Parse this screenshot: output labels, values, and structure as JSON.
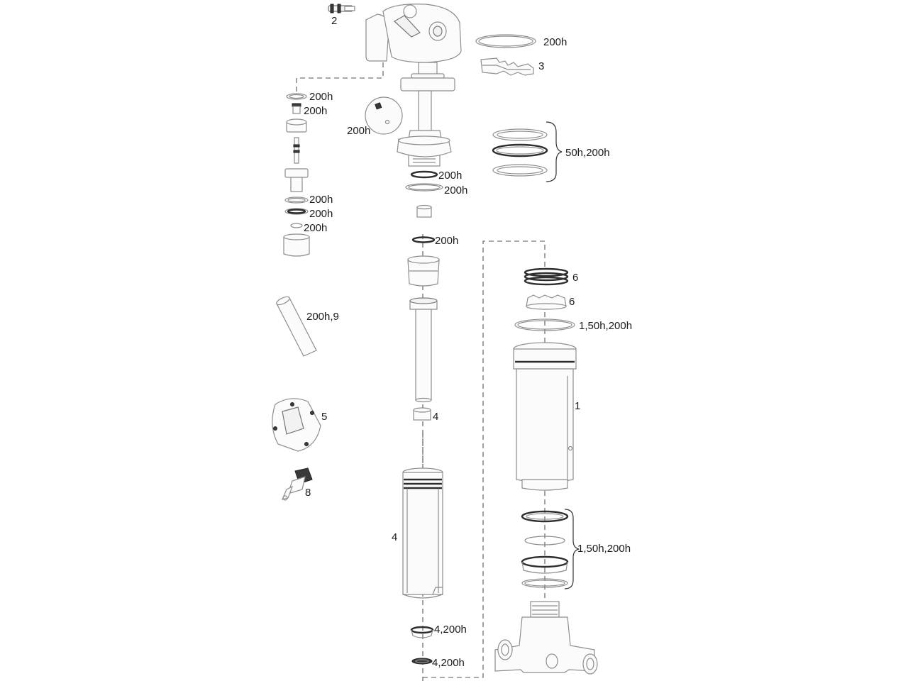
{
  "labels": [
    {
      "id": "valve-adapter",
      "text": "2"
    },
    {
      "id": "top-seal",
      "text": "200h"
    },
    {
      "id": "clip",
      "text": "3"
    },
    {
      "id": "side-oring-a",
      "text": "200h"
    },
    {
      "id": "side-oring-b",
      "text": "200h"
    },
    {
      "id": "disc",
      "text": "200h"
    },
    {
      "id": "piston-rings",
      "text": "50h,200h"
    },
    {
      "id": "shaft-oring-a",
      "text": "200h"
    },
    {
      "id": "shaft-oring-b",
      "text": "200h"
    },
    {
      "id": "side-oring-c",
      "text": "200h"
    },
    {
      "id": "side-oring-d",
      "text": "200h"
    },
    {
      "id": "side-oring-e",
      "text": "200h"
    },
    {
      "id": "shaft-oring-c",
      "text": "200h"
    },
    {
      "id": "spring-1",
      "text": "6"
    },
    {
      "id": "spring-2",
      "text": "6"
    },
    {
      "id": "can-oring",
      "text": "1,50h,200h"
    },
    {
      "id": "pin",
      "text": "200h,9"
    },
    {
      "id": "air-can",
      "text": "1"
    },
    {
      "id": "bushing",
      "text": "4"
    },
    {
      "id": "tool",
      "text": "5"
    },
    {
      "id": "bleed-valve",
      "text": "8"
    },
    {
      "id": "seals-lower",
      "text": "1,50h,200h"
    },
    {
      "id": "inner-tube",
      "text": "4"
    },
    {
      "id": "wiper-1",
      "text": "4,200h"
    },
    {
      "id": "wiper-2",
      "text": "4,200h"
    }
  ]
}
